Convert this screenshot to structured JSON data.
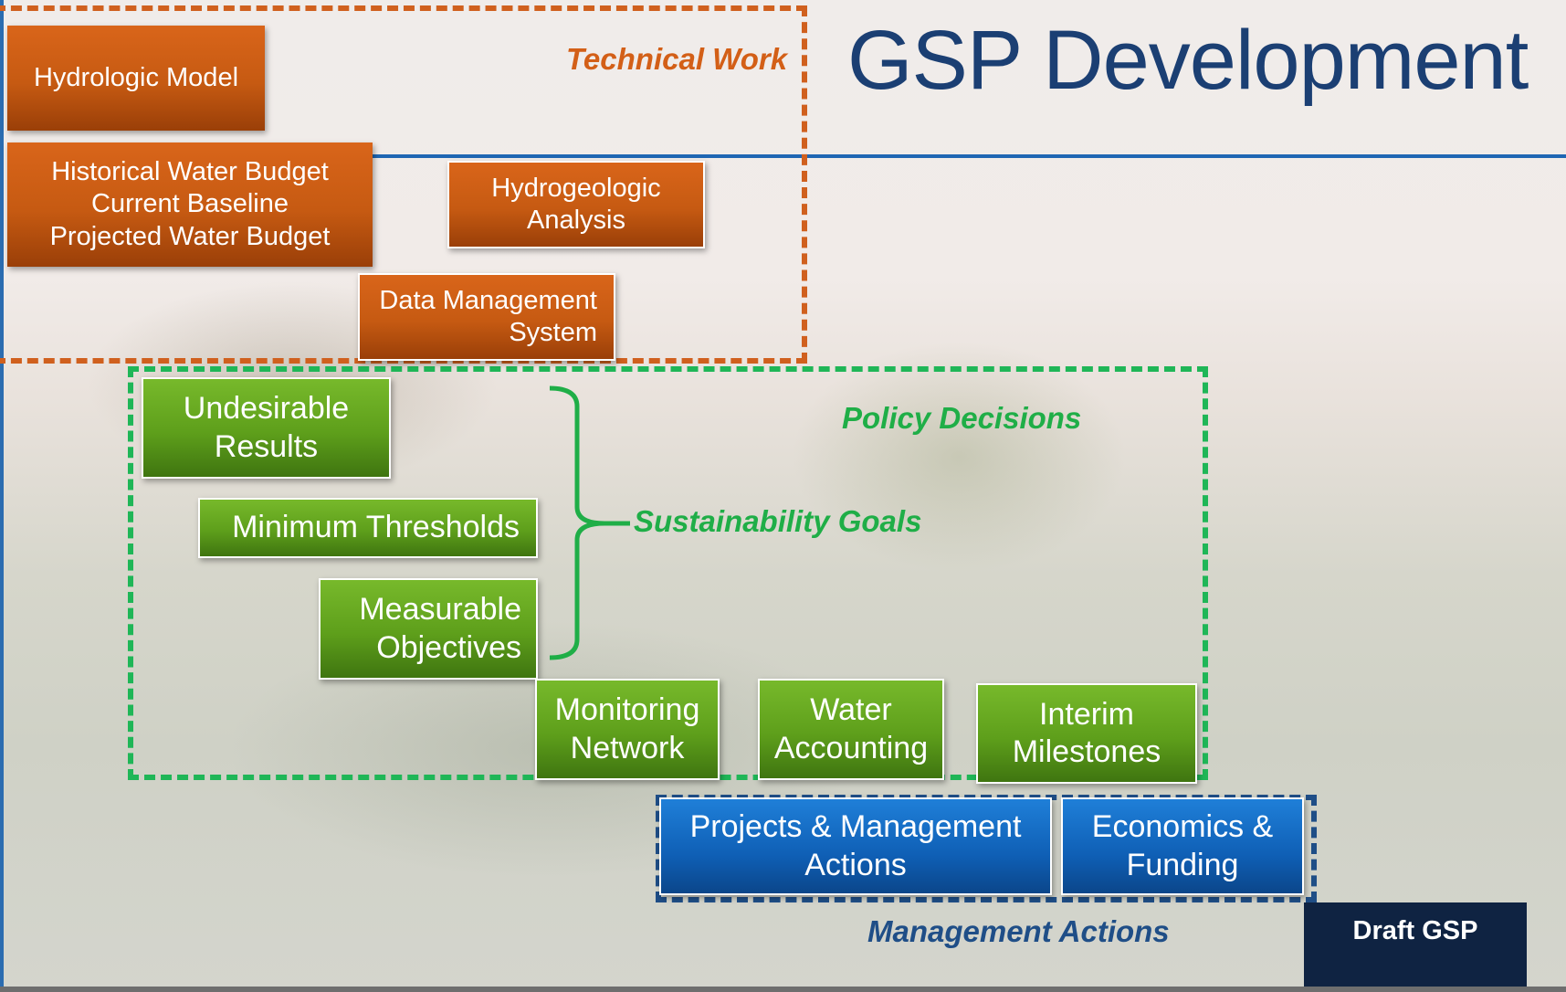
{
  "title": "GSP Development",
  "labels": {
    "technical_work": "Technical Work",
    "policy_decisions": "Policy Decisions",
    "sustainability_goals": "Sustainability Goals",
    "management_actions": "Management Actions"
  },
  "technical_boxes": {
    "hydrologic_model": "Hydrologic Model",
    "water_budget": "Historical Water Budget\nCurrent Baseline\nProjected Water Budget",
    "hydrogeologic_analysis": "Hydrogeologic\nAnalysis",
    "data_management": "Data Management\nSystem"
  },
  "policy_boxes": {
    "undesirable_results": "Undesirable\nResults",
    "minimum_thresholds": "Minimum Thresholds",
    "measurable_objectives": "Measurable\nObjectives",
    "monitoring_network": "Monitoring\nNetwork",
    "water_accounting": "Water\nAccounting",
    "interim_milestones": "Interim\nMilestones"
  },
  "management_boxes": {
    "projects_management_actions": "Projects & Management\nActions",
    "economics_funding": "Economics &\nFunding"
  },
  "draft_gsp": "Draft GSP",
  "colors": {
    "technical": "#d0601e",
    "policy": "#1fb657",
    "management": "#1f4e87",
    "title": "#1b3f73",
    "draft": "#0f2342"
  }
}
